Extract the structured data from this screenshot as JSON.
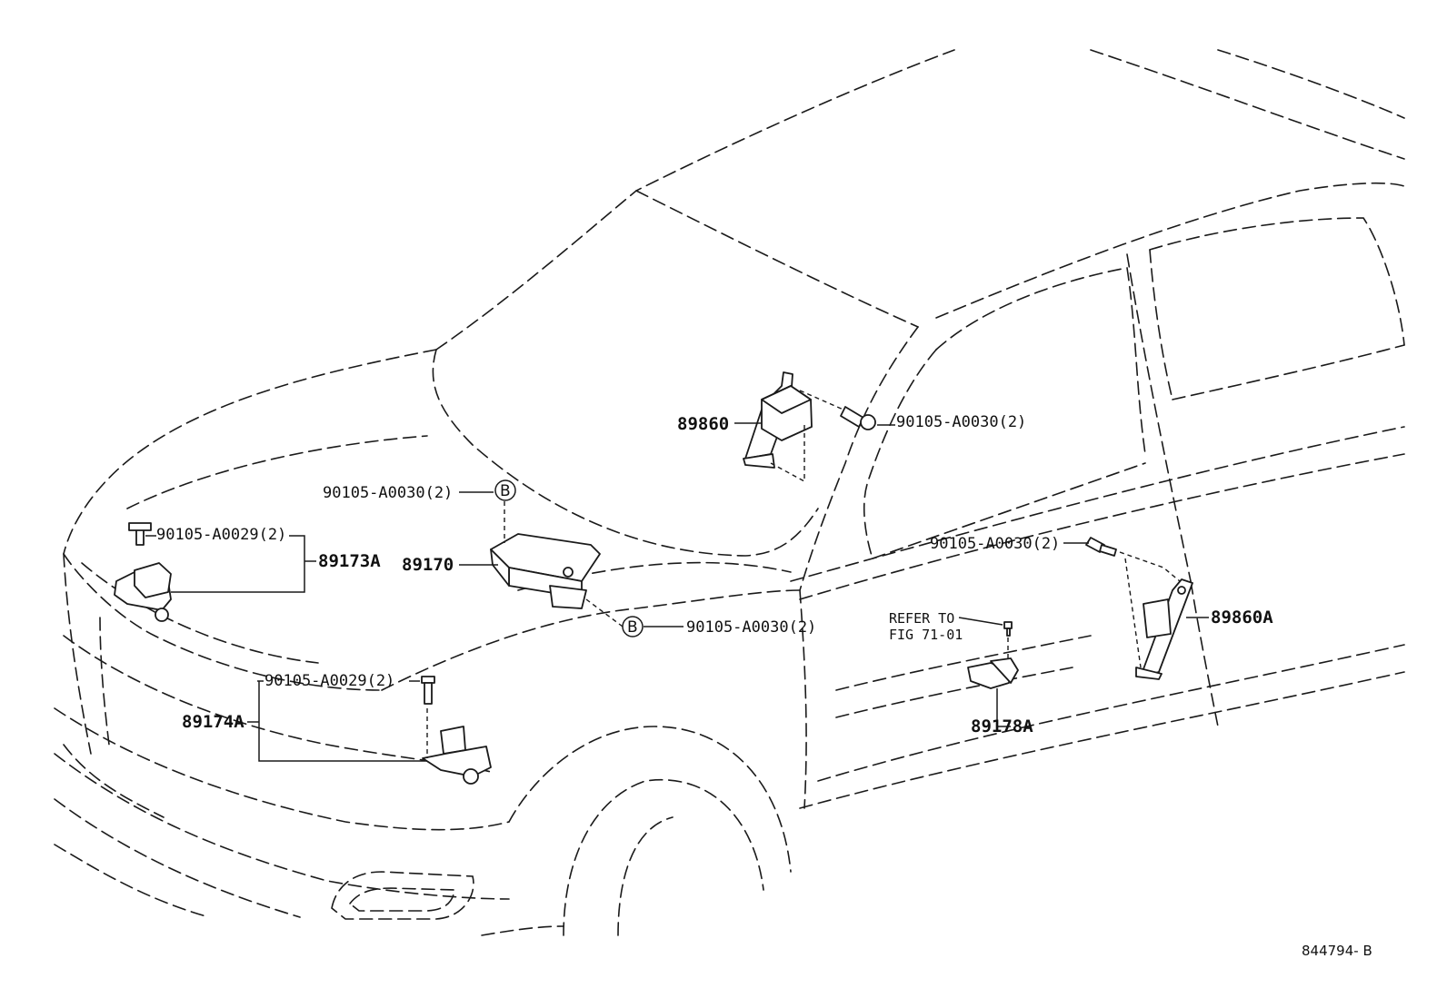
{
  "parts": {
    "p89860": "89860",
    "p89860a": "89860A",
    "p89170": "89170",
    "p89173a": "89173A",
    "p89174a": "89174A",
    "p89178a": "89178A"
  },
  "bolts": {
    "b_89860": "90105-A0030(2)",
    "b_89170_top": "90105-A0030(2)",
    "b_89170_bottom": "90105-A0030(2)",
    "b_89860a": "90105-A0030(2)",
    "b_89173a": "90105-A0029(2)",
    "b_89174a": "90105-A0029(2)"
  },
  "refer": {
    "line1": "REFER TO",
    "line2": "FIG 71-01"
  },
  "markers": {
    "b1": "B",
    "b2": "B"
  },
  "figure_id": "844794- B"
}
